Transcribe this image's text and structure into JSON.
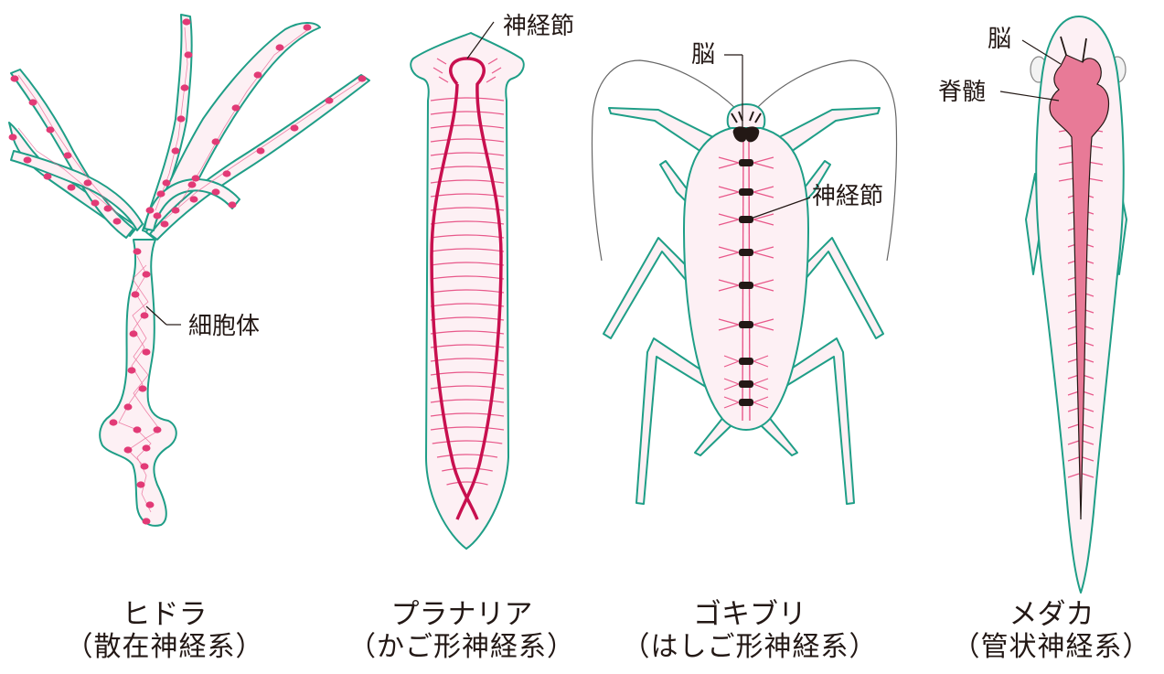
{
  "colors": {
    "outline": "#1f9e87",
    "body_fill": "#fdf0f4",
    "nerve_dark": "#c8104f",
    "nerve_light": "#e8588a",
    "cell": "#e23a76",
    "brain_fill": "#e87a97",
    "ganglion": "#231815",
    "leader": "#231815"
  },
  "organisms": [
    {
      "name": "ヒドラ",
      "system": "（散在神経系）",
      "icon": "hydra-icon"
    },
    {
      "name": "プラナリア",
      "system": "（かご形神経系）",
      "icon": "planaria-icon"
    },
    {
      "name": "ゴキブリ",
      "system": "（はしご形神経系）",
      "icon": "cockroach-icon"
    },
    {
      "name": "メダカ",
      "system": "（管状神経系）",
      "icon": "medaka-icon"
    }
  ],
  "labels": {
    "hydra_cell_body": "細胞体",
    "planaria_ganglion": "神経節",
    "cockroach_brain": "脳",
    "cockroach_ganglion": "神経節",
    "medaka_brain": "脳",
    "medaka_spinal_cord": "脊髄"
  }
}
